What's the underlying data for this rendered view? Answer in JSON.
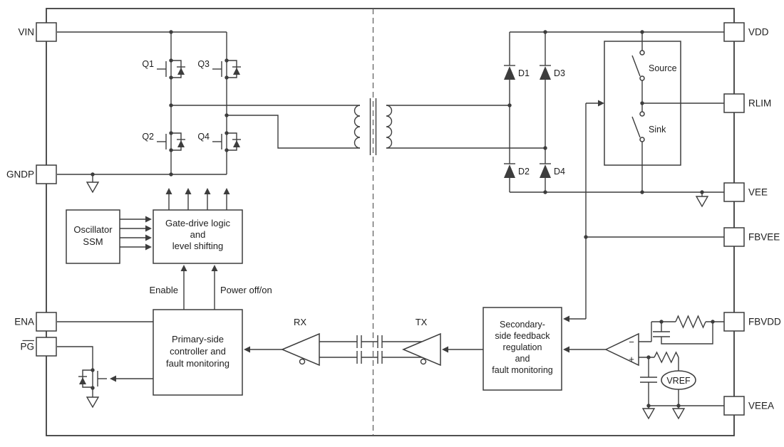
{
  "colors": {
    "line": "#3d3d3d",
    "background": "#ffffff"
  },
  "pins": {
    "vin": "VIN",
    "gndp": "GNDP",
    "ena": "ENA",
    "pg": "PG",
    "vdd": "VDD",
    "rlim": "RLIM",
    "vee": "VEE",
    "fbvee": "FBVEE",
    "fbvdd": "FBVDD",
    "veea": "VEEA"
  },
  "transistors": {
    "q1": "Q1",
    "q2": "Q2",
    "q3": "Q3",
    "q4": "Q4"
  },
  "diodes": {
    "d1": "D1",
    "d2": "D2",
    "d3": "D3",
    "d4": "D4"
  },
  "blocks": {
    "oscillator": {
      "line1": "Oscillator",
      "line2": "SSM"
    },
    "gate_drive": {
      "line1": "Gate-drive logic",
      "line2": "and",
      "line3": "level shifting"
    },
    "primary_controller": {
      "line1": "Primary-side",
      "line2": "controller and",
      "line3": "fault monitoring"
    },
    "secondary_feedback": {
      "line1": "Secondary-",
      "line2": "side feedback",
      "line3": "regulation",
      "line4": "and",
      "line5": "fault monitoring"
    }
  },
  "signals": {
    "enable": "Enable",
    "power_off_on": "Power off/on",
    "rx": "RX",
    "tx": "TX"
  },
  "current_limit": {
    "source": "Source",
    "sink": "Sink"
  },
  "references": {
    "vref": "VREF"
  },
  "opamp": {
    "inverting": "−",
    "noninverting": "+"
  }
}
